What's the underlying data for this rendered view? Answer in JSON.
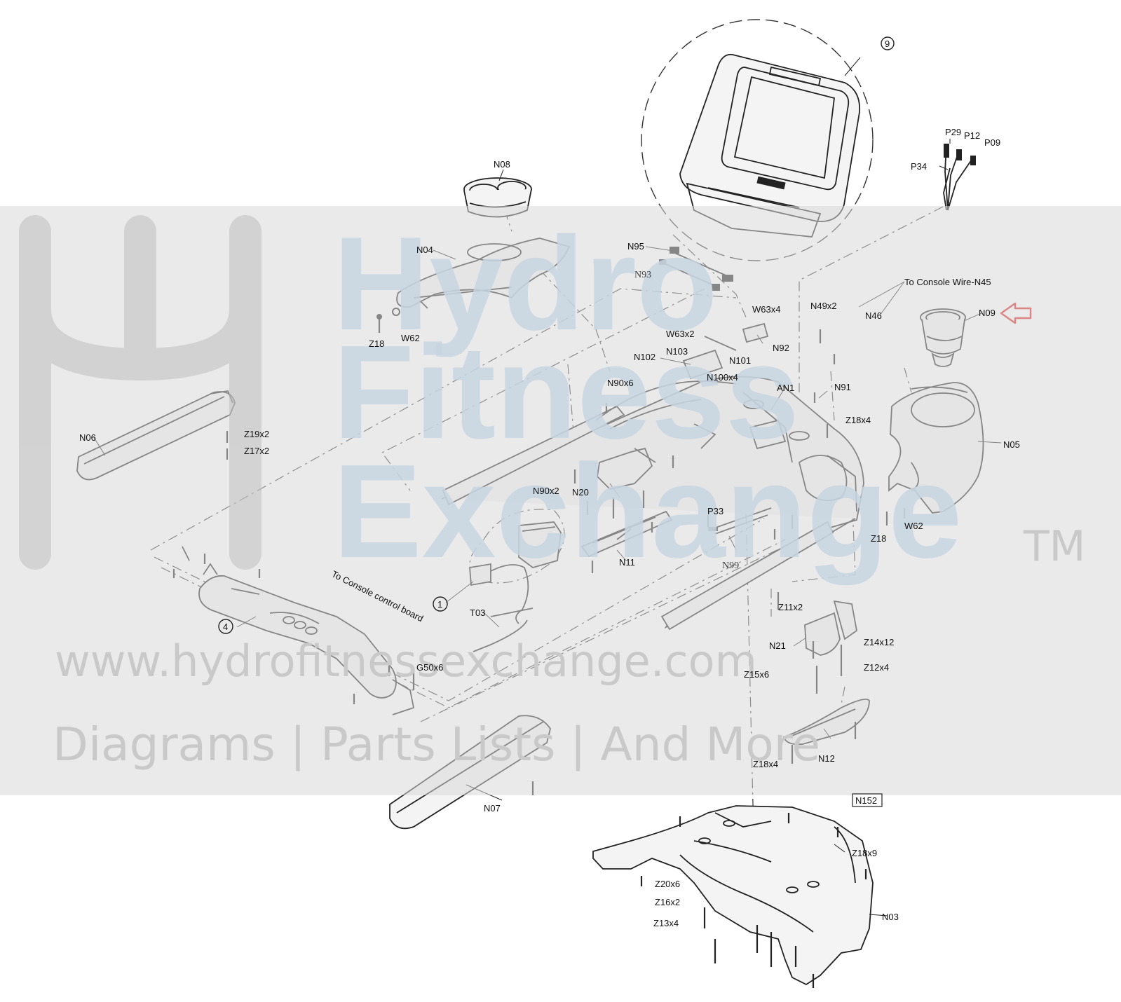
{
  "watermark": {
    "brand_line1": "Hydro",
    "brand_line2": "Fitness",
    "brand_line3": "Exchange",
    "trademark": "TM",
    "url": "www.hydrofitnessexchange.com",
    "tagline": "Diagrams | Parts Lists | And More"
  },
  "highlight_color": "#e02020",
  "labels": {
    "N08": "N08",
    "N04": "N04",
    "Z18a": "Z18",
    "W62a": "W62",
    "N95": "N95",
    "N93": "N93",
    "W63x4": "W63x4",
    "N92": "N92",
    "W63x2": "W63x2",
    "N103": "N103",
    "N101": "N101",
    "N102": "N102",
    "N100x4": "N100x4",
    "circle9": "9",
    "P29": "P29",
    "P12": "P12",
    "P09": "P09",
    "P34": "P34",
    "console_wire": "To Console Wire-N45",
    "N49x2": "N49x2",
    "N46": "N46",
    "N09": "N09",
    "N90x6": "N90x6",
    "AN1": "AN1",
    "N91": "N91",
    "Z18x4a": "Z18x4",
    "N06": "N06",
    "Z19x2": "Z19x2",
    "Z17x2": "Z17x2",
    "N05": "N05",
    "N90x2": "N90x2",
    "N20": "N20",
    "P33": "P33",
    "Z18b": "Z18",
    "W62b": "W62",
    "N11": "N11",
    "N99": "N99",
    "circle1": "1",
    "T03": "T03",
    "console_board": "To Console control board",
    "circle4": "4",
    "G50x6": "G50x6",
    "Z11x2": "Z11x2",
    "N21": "N21",
    "Z14x12": "Z14x12",
    "Z12x4": "Z12x4",
    "Z15x6": "Z15x6",
    "N12": "N12",
    "Z18x4b": "Z18x4",
    "N07": "N07",
    "N152": "N152",
    "Z18x9": "Z18x9",
    "Z20x6": "Z20x6",
    "Z16x2": "Z16x2",
    "Z13x4": "Z13x4",
    "N03": "N03"
  }
}
